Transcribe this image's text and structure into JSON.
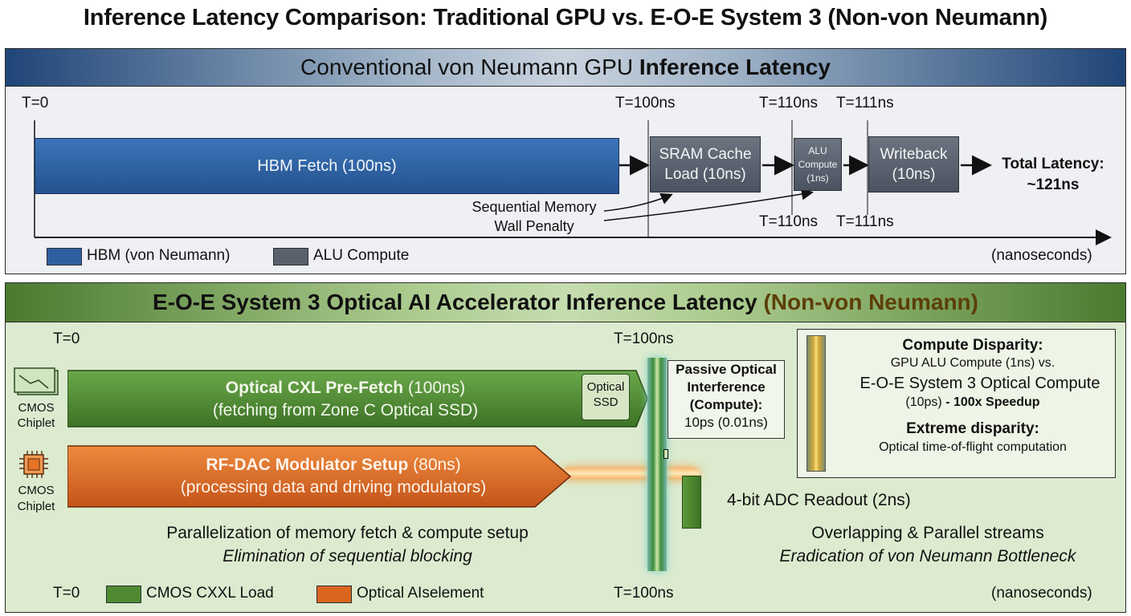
{
  "title": "Inference Latency Comparison: Traditional GPU vs. E-O-E System 3 (Non-von Neumann)",
  "gpu_panel": {
    "header_normal": "Conventional von Neumann GPU ",
    "header_bold": "Inference Latency",
    "time_labels": {
      "t0": "T=0",
      "t100": "T=100ns",
      "t110_top": "T=110ns",
      "t111_top": "T=111ns",
      "t110_bottom": "T=110ns",
      "t111_bottom": "T=111ns"
    },
    "hbm_fetch": "HBM Fetch (100ns)",
    "sram_line1": "SRAM Cache",
    "sram_line2": "Load (10ns)",
    "alu_line1": "ALU",
    "alu_line2": "Compute",
    "alu_line3": "(1ns)",
    "writeback_line1": "Writeback",
    "writeback_line2": "(10ns)",
    "total_line1": "Total Latency:",
    "total_line2": "~121ns",
    "penalty_line1": "Sequential Memory",
    "penalty_line2": "Wall Penalty",
    "legend_hbm": "HBM (von Neumann)",
    "legend_alu": "ALU Compute",
    "units": "(nanoseconds)",
    "colors": {
      "hbm": "#2f5f9e",
      "alu": "#5a616d"
    }
  },
  "optical_panel": {
    "header_main": "E-O-E System 3 Optical AI Accelerator Inference Latency ",
    "header_accent": "(Non-von Neumann)",
    "t0_top": "T=0",
    "t100_top": "T=100ns",
    "t0_bottom": "T=0",
    "t100_bottom": "T=100ns",
    "cxl_bold": "Optical CXL Pre-Fetch",
    "cxl_normal": " (100ns)",
    "cxl_sub": "(fetching from Zone C Optical SSD)",
    "ssd_line1": "Optical",
    "ssd_line2": "SSD",
    "rf_bold": "RF-DAC Modulator Setup",
    "rf_normal": " (80ns)",
    "rf_sub": "(processing data and driving modulators)",
    "chip1_line1": "CMOS",
    "chip1_line2": "Chiplet",
    "chip2_line1": "CMOS",
    "chip2_line2": "Chiplet",
    "passive_line1": "Passive Optical",
    "passive_line2": "Interference",
    "passive_line3": "(Compute):",
    "passive_line4": "10ps (0.01ns)",
    "disparity_title": "Compute Disparity:",
    "disparity_line1": "GPU ALU Compute (1ns) vs.",
    "disparity_line2": "E-O-E System 3 Optical Compute",
    "disparity_line3a": "(10ps) ",
    "disparity_line3b": "- 100x Speedup",
    "extreme_title": "Extreme disparity:",
    "extreme_line": "Optical time-of-flight computation",
    "adc": "4-bit ADC Readout (2ns)",
    "parallel_line1": "Parallelization of memory fetch & compute setup",
    "parallel_line2": "Elimination of sequential blocking",
    "overlap_line1": "Overlapping & Parallel streams",
    "overlap_line2": "Eradication of von Neumann Bottleneck",
    "legend_cmos": "CMOS CXXL Load",
    "legend_optical": "Optical AIselement",
    "units": "(nanoseconds)",
    "colors": {
      "cmos": "#4f8a32",
      "optical": "#d9651e"
    }
  }
}
